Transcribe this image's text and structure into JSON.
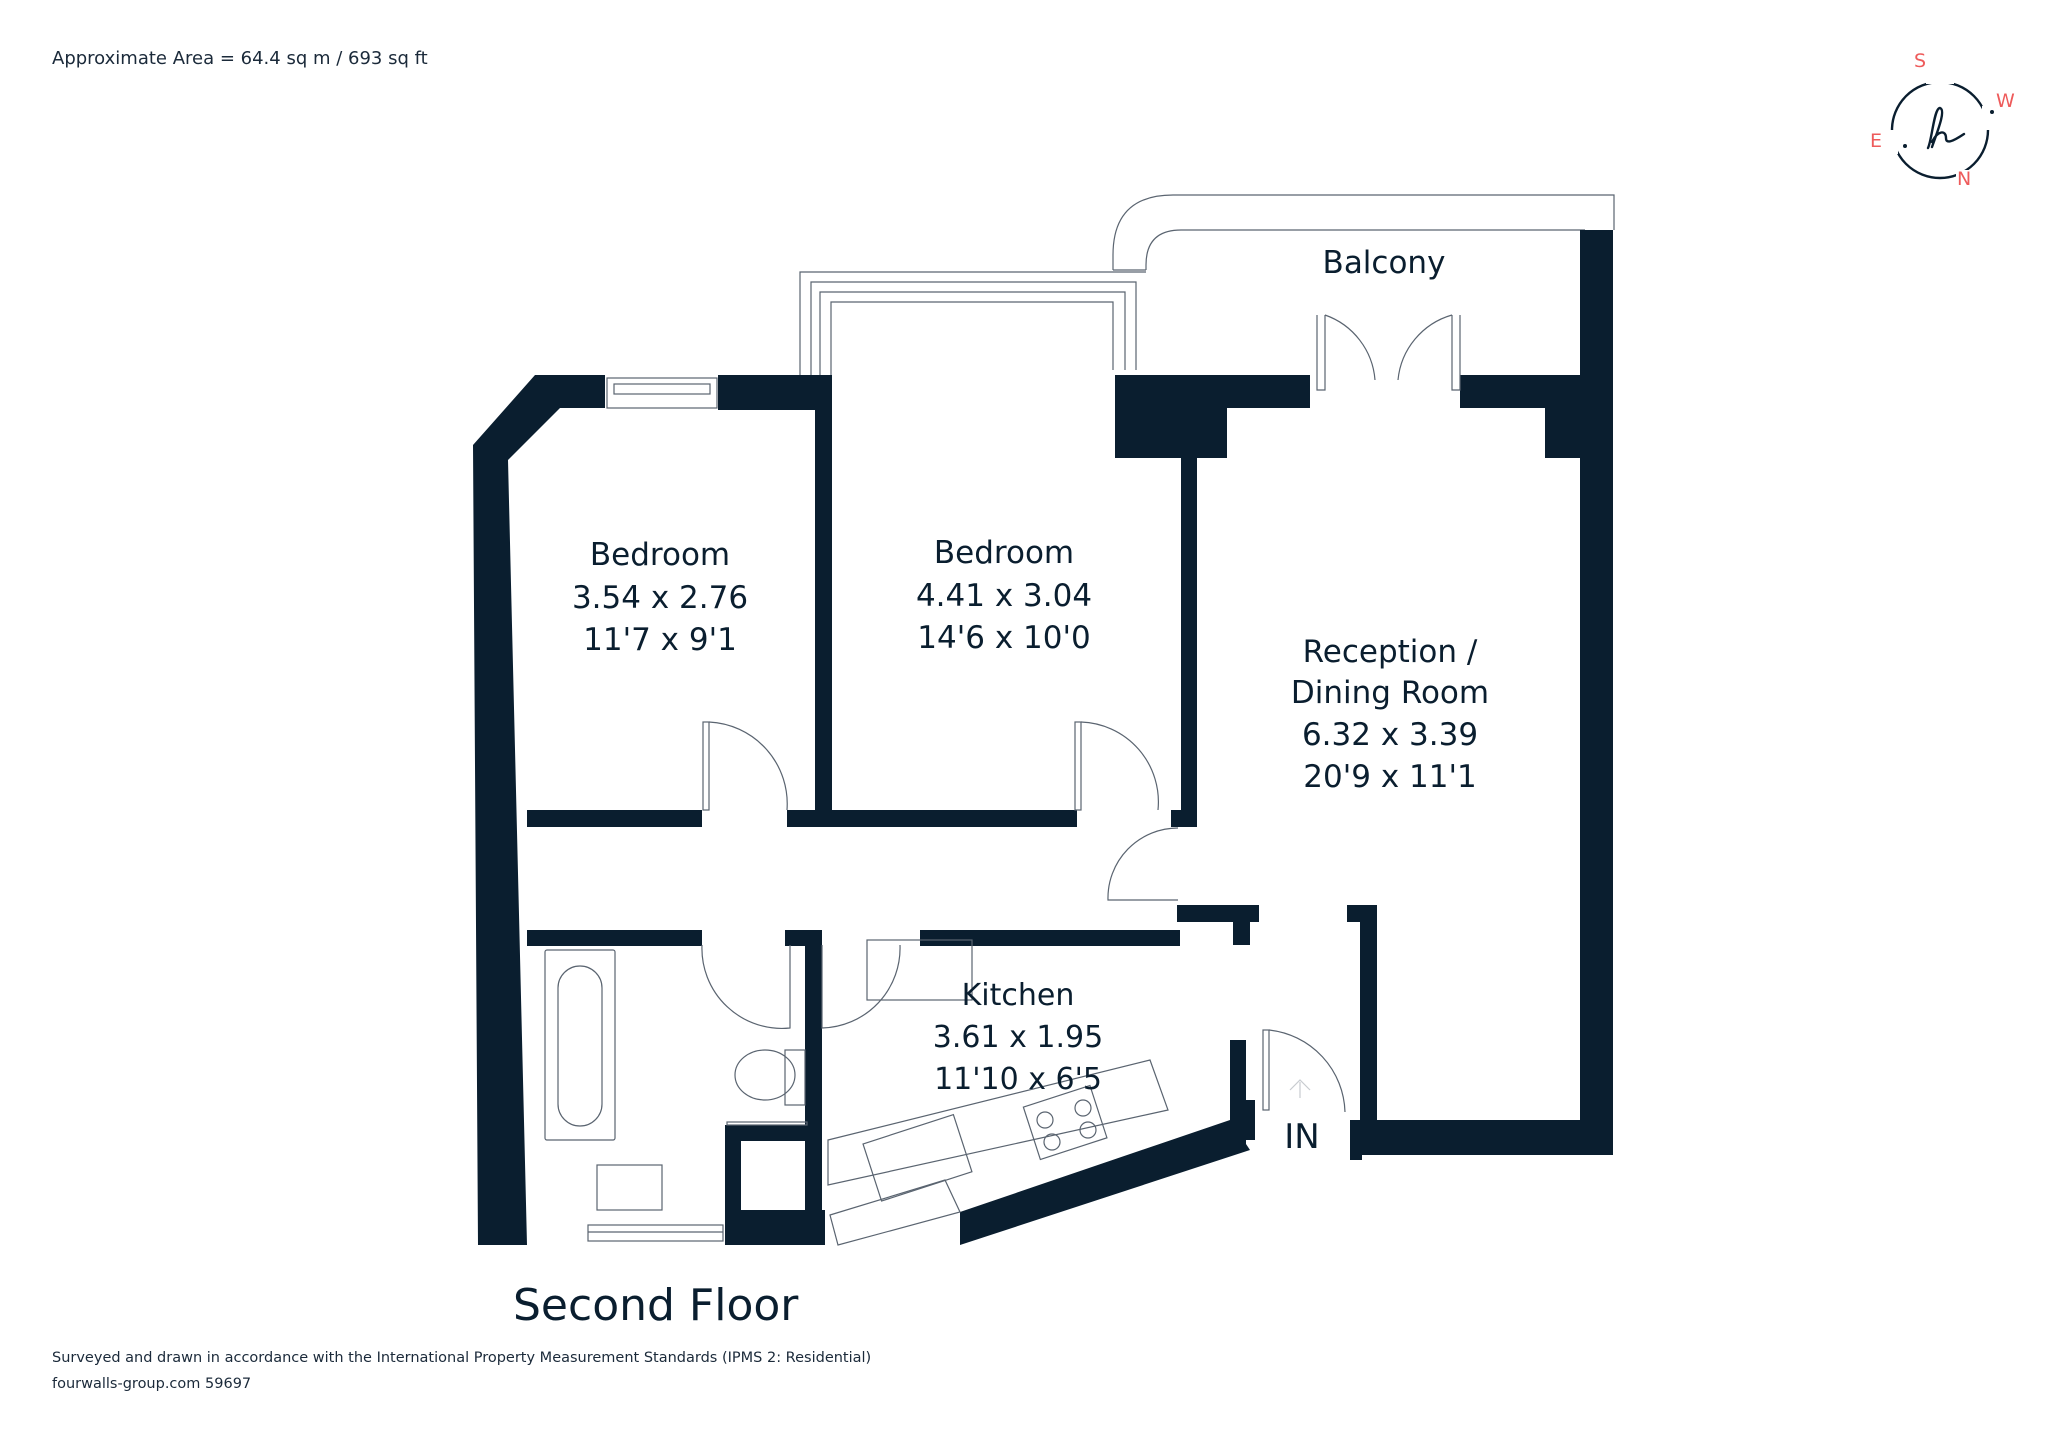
{
  "header": {
    "approximate_area": "Approximate Area = 64.4 sq m / 693 sq ft"
  },
  "compass": {
    "logo_glyph": "h",
    "directions": {
      "top": "S",
      "right": "W",
      "left": "E",
      "bottom": "N"
    },
    "accent_color": "#ee5b5b",
    "ring_color": "#0a1e2f"
  },
  "floor": {
    "title": "Second Floor",
    "wall_color": "#0a1e2f"
  },
  "rooms": [
    {
      "id": "bedroom-1",
      "name": "Bedroom",
      "metric": "3.54 x 2.76",
      "imperial": "11'7 x 9'1"
    },
    {
      "id": "bedroom-2",
      "name": "Bedroom",
      "metric": "4.41 x 3.04",
      "imperial": "14'6 x 10'0"
    },
    {
      "id": "reception",
      "name_line1": "Reception /",
      "name_line2": "Dining Room",
      "metric": "6.32 x 3.39",
      "imperial": "20'9 x 11'1"
    },
    {
      "id": "kitchen",
      "name": "Kitchen",
      "metric": "3.61 x 1.95",
      "imperial": "11'10 x 6'5"
    },
    {
      "id": "balcony",
      "name": "Balcony"
    }
  ],
  "entrance": {
    "label": "IN"
  },
  "footer": {
    "standards_note": "Surveyed and drawn in accordance with the International Property Measurement Standards (IPMS 2: Residential)",
    "reference": "fourwalls-group.com 59697"
  }
}
